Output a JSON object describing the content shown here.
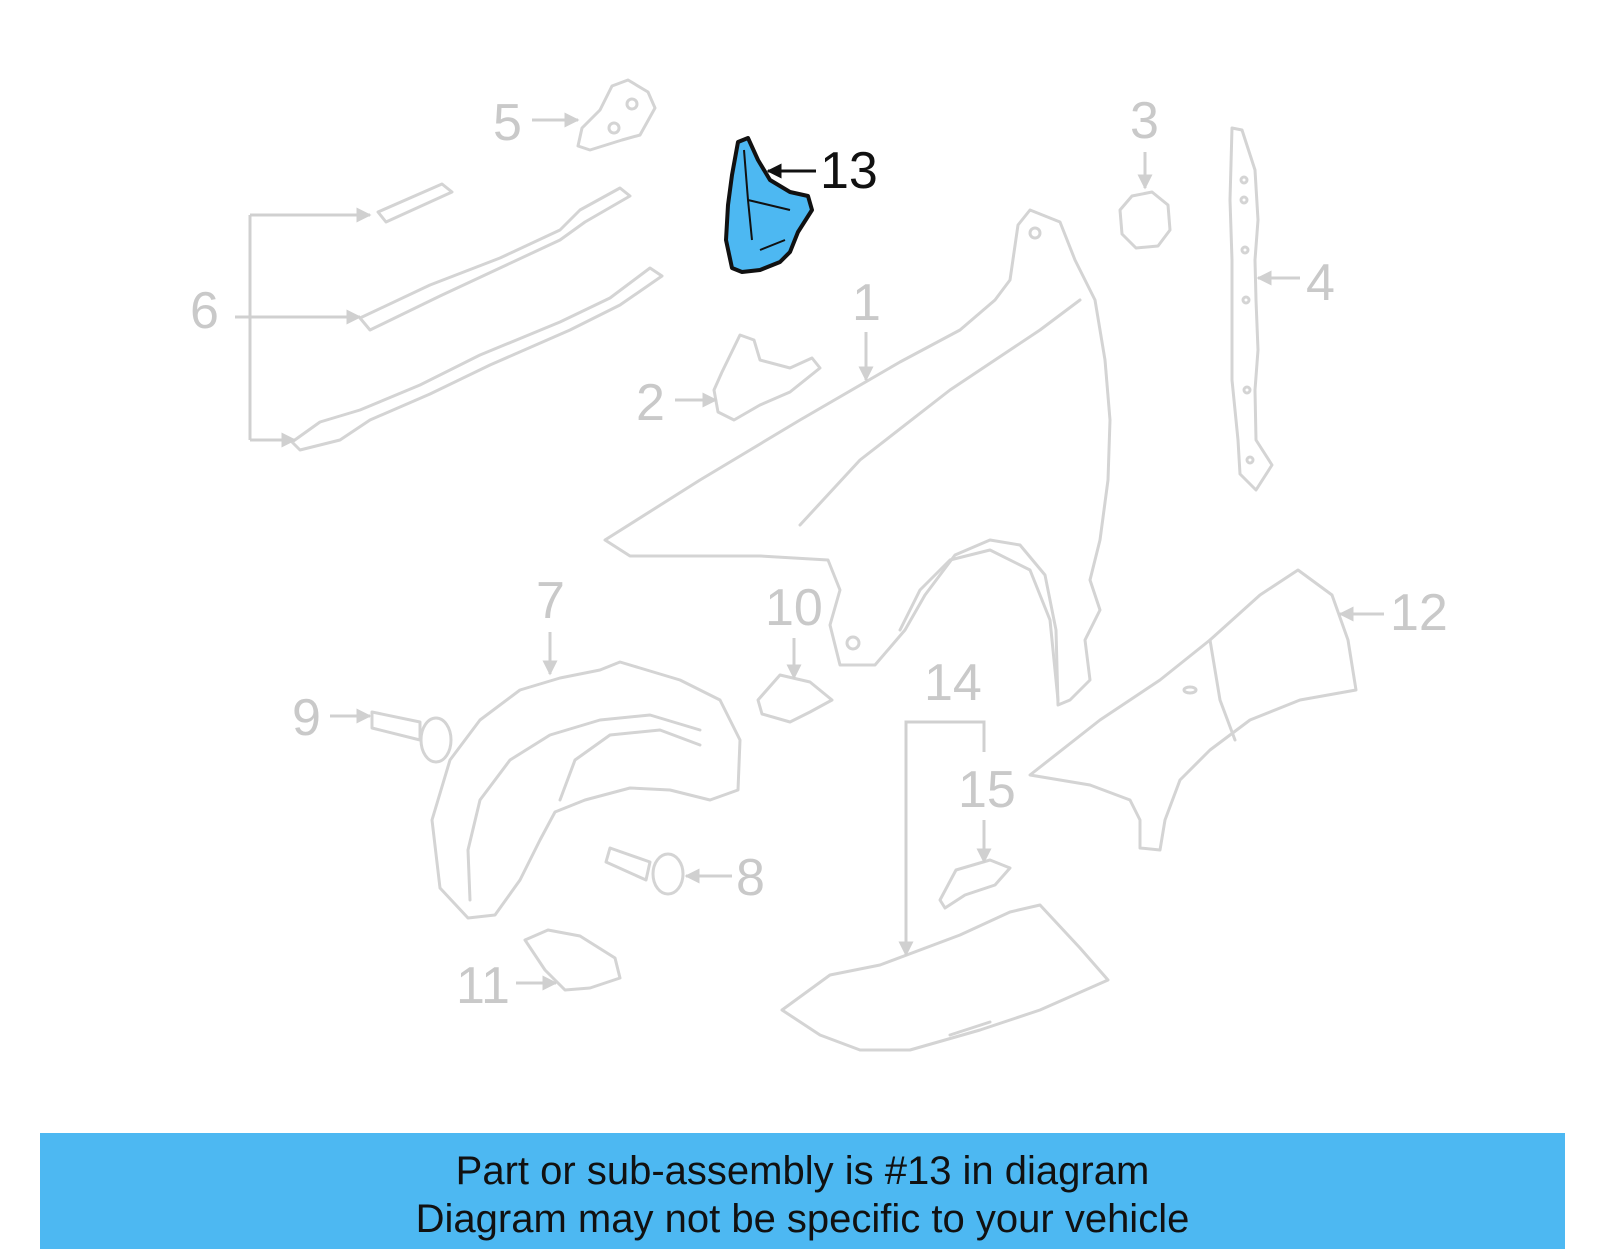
{
  "diagram": {
    "highlight_color": "#4db8f2",
    "active_callout": "13",
    "callouts": {
      "c1": "1",
      "c2": "2",
      "c3": "3",
      "c4": "4",
      "c5": "5",
      "c6": "6",
      "c7": "7",
      "c8": "8",
      "c9": "9",
      "c10": "10",
      "c11": "11",
      "c12": "12",
      "c13": "13",
      "c14": "14",
      "c15": "15"
    }
  },
  "banner": {
    "line1": "Part or sub-assembly is #13 in diagram",
    "line2": "Diagram may not be specific to your vehicle"
  }
}
